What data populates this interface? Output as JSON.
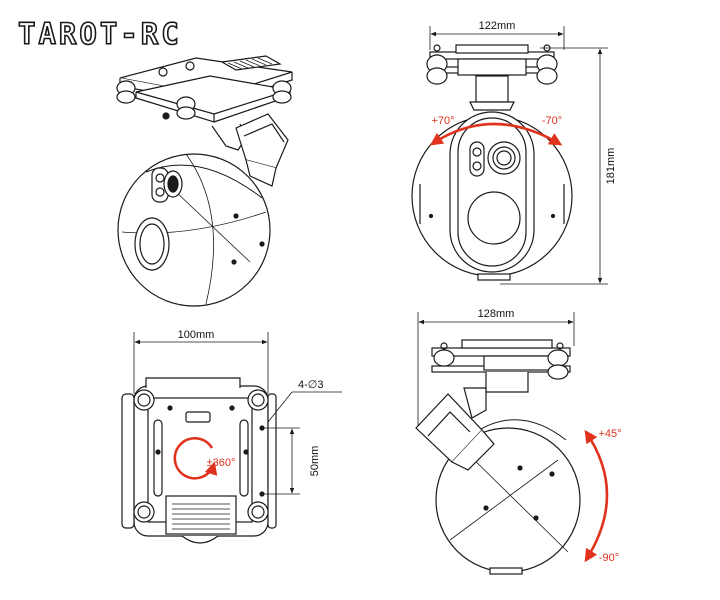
{
  "brand": {
    "logo_text": "TAROT-RC"
  },
  "views": {
    "front": {
      "width_label": "122mm",
      "height_label": "181mm",
      "tilt_left_label": "+70°",
      "tilt_right_label": "-70°"
    },
    "bottom": {
      "width_label": "100mm",
      "hole_label": "4-∅3",
      "spacing_label": "50mm",
      "rotation_label": "±360°"
    },
    "side": {
      "width_label": "128mm",
      "tilt_up_label": "+45°",
      "tilt_down_label": "-90°"
    }
  },
  "colors": {
    "line": "#1a1a1a",
    "accent": "#e0321c",
    "background": "#ffffff"
  }
}
